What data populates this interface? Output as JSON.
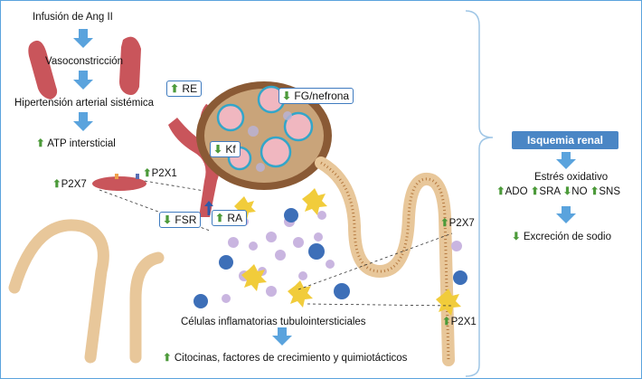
{
  "colors": {
    "arrow_blue": "#5aa3dd",
    "up_green": "#4c9a3a",
    "box_border": "#3f7bbf",
    "isquemia_bg": "#4a86c5",
    "vessel": "#c9555b",
    "tubule": "#e8c79a"
  },
  "left_cascade": {
    "infusion": "Infusión de Ang II",
    "vasoconstriction": "Vasoconstricción",
    "hypertension": "Hipertensión arterial sistémica",
    "atp": "ATP intersticial"
  },
  "glomerulus": {
    "re": "RE",
    "fg_nefrona": "FG/nefrona",
    "kf": "Kf",
    "fsr": "FSR",
    "ra": "RA"
  },
  "receptors": {
    "p2x7_left": "P2X7",
    "p2x1_left": "P2X1",
    "p2x7_right": "P2X7",
    "p2x1_right": "P2X1"
  },
  "bottom": {
    "inflammatory_cells": "Células inflamatorias tubulointersticiales",
    "cytokines": "Citocinas, factores de crecimiento y quimiotácticos"
  },
  "right_panel": {
    "isquemia": "Isquemia renal",
    "estres": "Estrés oxidativo",
    "markers": [
      "ADO",
      "SRA",
      "NO",
      "SNS"
    ],
    "sodio": "Excreción de sodio"
  },
  "arrow_symbols": {
    "up": "⬆",
    "down": "⬇"
  }
}
